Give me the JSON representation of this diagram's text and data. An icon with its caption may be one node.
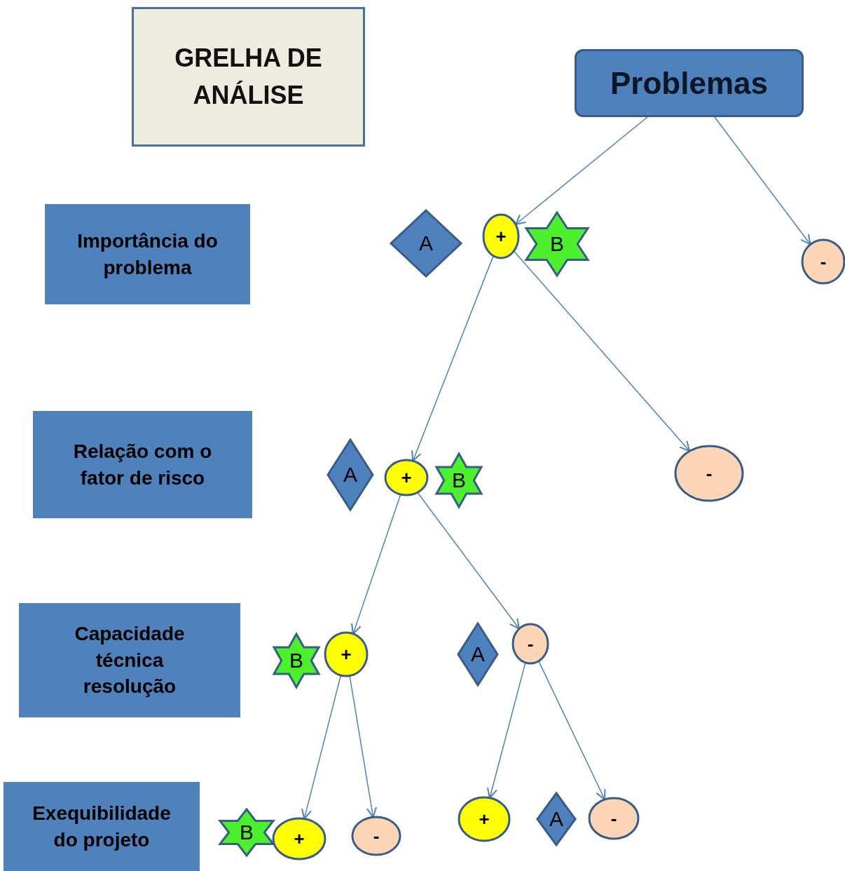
{
  "diagram": {
    "nodes": [
      {
        "text": [
          "GRELHA DE ANÁLISE"
        ]
      },
      {
        "text": [
          "Problemas"
        ]
      },
      {
        "text": [
          "Importância do problema"
        ]
      },
      {
        "text": [
          "A"
        ]
      },
      {
        "text": [
          "+"
        ]
      },
      {
        "text": [
          "B"
        ]
      },
      {
        "text": [
          "-"
        ]
      },
      {
        "text": [
          "Relação com o fator de risco"
        ]
      },
      {
        "text": [
          "A"
        ]
      },
      {
        "text": [
          "+"
        ]
      },
      {
        "text": [
          "B"
        ]
      },
      {
        "text": [
          "-"
        ]
      },
      {
        "text": [
          "Capacidade técnica resolução"
        ]
      },
      {
        "text": [
          "B"
        ]
      },
      {
        "text": [
          "+"
        ]
      },
      {
        "text": [
          "A"
        ]
      },
      {
        "text": [
          "-"
        ]
      },
      {
        "text": [
          "Exequibilidade do projeto"
        ]
      },
      {
        "text": [
          "B"
        ]
      },
      {
        "text": [
          "+"
        ]
      },
      {
        "text": [
          "-"
        ]
      },
      {
        "text": [
          "+"
        ]
      },
      {
        "text": [
          "A"
        ]
      },
      {
        "text": [
          "-"
        ]
      }
    ],
    "edges": [
      {
        "from": 1,
        "to": 4,
        "arrow": "to"
      },
      {
        "from": 1,
        "to": 6,
        "arrow": "to"
      },
      {
        "from": 4,
        "to": 9,
        "arrow": "to"
      },
      {
        "from": 4,
        "to": 11,
        "arrow": "to"
      },
      {
        "from": 9,
        "to": 14,
        "arrow": "to"
      },
      {
        "from": 9,
        "to": 16,
        "arrow": "to"
      },
      {
        "from": 14,
        "to": 19,
        "arrow": "to"
      },
      {
        "from": 14,
        "to": 20,
        "arrow": "to"
      },
      {
        "from": 16,
        "to": 21,
        "arrow": "to"
      },
      {
        "from": 16,
        "to": 23,
        "arrow": "to"
      }
    ]
  }
}
